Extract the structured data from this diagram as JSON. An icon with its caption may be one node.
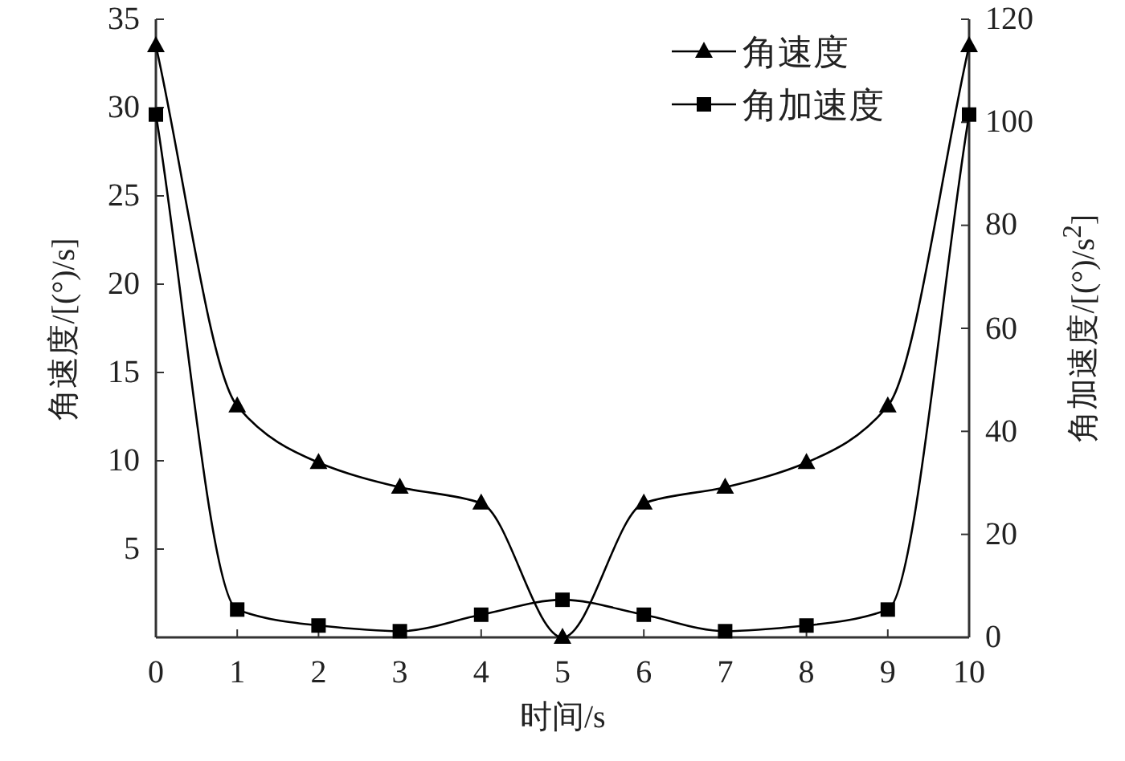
{
  "diagram": {
    "chart_data": {
      "type": "line",
      "xlabel": "时间/s",
      "ylabel": "角速度/[(°)/s]",
      "y2label": "角加速度/[(°)/s$^{2}$]",
      "x": [
        0,
        1,
        2,
        3,
        4,
        5,
        6,
        7,
        8,
        9,
        10
      ],
      "series": [
        {
          "name": "角速度",
          "color": "#000000",
          "marker": "triangle",
          "values": [
            33.5,
            13.1,
            9.9,
            8.5,
            7.6,
            0,
            7.6,
            8.5,
            9.9,
            13.1,
            33.5
          ]
        },
        {
          "name": "角加速度",
          "color": "#000000",
          "marker": "square",
          "axis": "y2",
          "values": [
            101.5,
            5.4,
            2.3,
            1.2,
            4.4,
            7.3,
            4.4,
            1.2,
            2.3,
            5.4,
            101.5
          ]
        }
      ],
      "xlim": [
        0,
        10
      ],
      "ylim": [
        0,
        35
      ],
      "y2lim": [
        0,
        120
      ],
      "xticks": [
        0,
        1,
        2,
        3,
        4,
        5,
        6,
        7,
        8,
        9,
        10
      ],
      "yticks": [
        5,
        10,
        15,
        20,
        25,
        30,
        35
      ],
      "y2ticks": [
        0,
        20,
        40,
        60,
        80,
        100,
        120
      ],
      "legend": "upper right"
    }
  }
}
